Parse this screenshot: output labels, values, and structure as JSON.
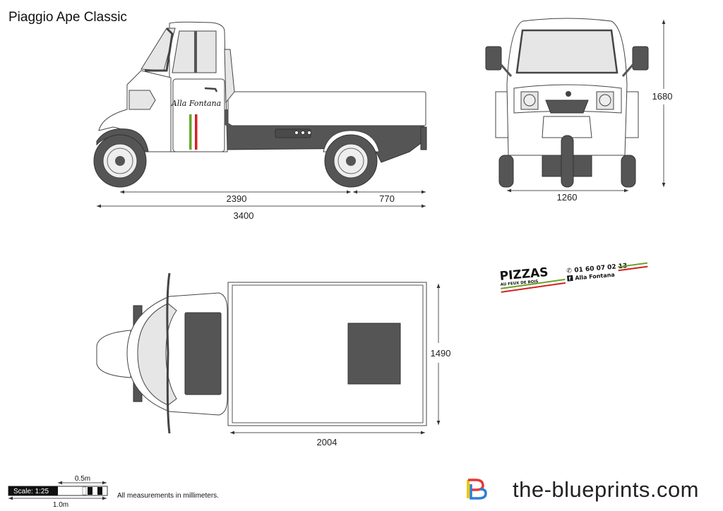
{
  "title": "Piaggio Ape Classic",
  "side_view": {
    "dimensions": {
      "wheelbase": "2390",
      "rear_overhang": "770",
      "total_length": "3400"
    },
    "door_logo": "Alla Fontana"
  },
  "front_view": {
    "dimensions": {
      "height": "1680",
      "width": "1260"
    }
  },
  "top_view": {
    "dimensions": {
      "bed_width": "1490",
      "bed_length": "2004"
    }
  },
  "ad_logo": {
    "headline": "PIZZAS",
    "subline": "AU FEUX DE BOIS",
    "phone": "01 60 07 02 13",
    "facebook": "Alla Fontana",
    "phone_icon": "phone-icon",
    "facebook_icon": "facebook-icon"
  },
  "scale": {
    "label": "Scale: 1:25",
    "half_meter": "0.5m",
    "one_meter": "1.0m"
  },
  "note": "All measurements in millimeters.",
  "brand": {
    "name": "the-blueprints.com",
    "colors": {
      "blue": "#2b7fd4",
      "red": "#e53935",
      "yellow": "#f2c500"
    }
  },
  "colors": {
    "green_stripe": "#6aa42b",
    "red_stripe": "#d32020",
    "dark_part": "#555555"
  }
}
